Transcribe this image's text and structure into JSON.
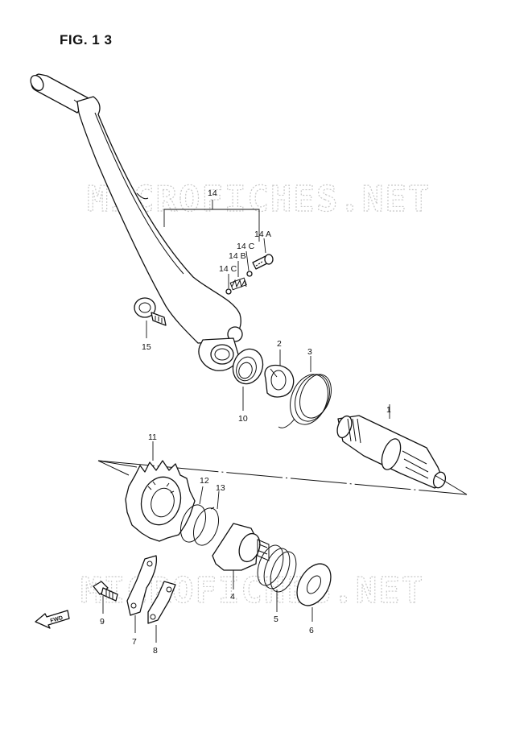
{
  "figure": {
    "title": "FIG. 1 3"
  },
  "watermark": {
    "text": "MICROFICHES.NET"
  },
  "fwd_arrow": {
    "text": "FWD"
  },
  "labels": {
    "p1": "1",
    "p2": "2",
    "p3": "3",
    "p4": "4",
    "p5": "5",
    "p6": "6",
    "p7": "7",
    "p8": "8",
    "p9": "9",
    "p10": "10",
    "p11": "11",
    "p12": "12",
    "p13": "13",
    "p14": "14",
    "p14a": "14 A",
    "p14b": "14 B",
    "p14c_1": "14 C",
    "p14c_2": "14 C",
    "p15": "15"
  }
}
